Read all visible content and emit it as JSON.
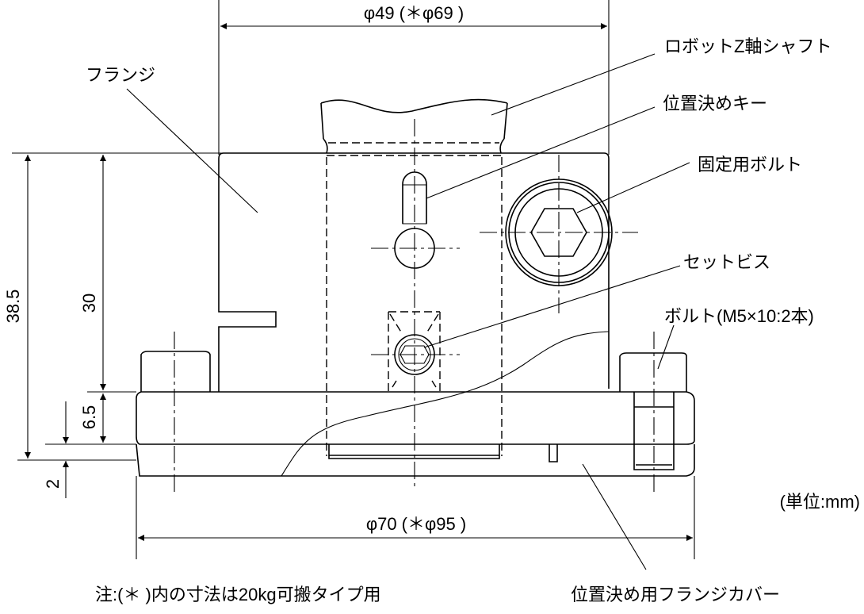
{
  "labels": {
    "flange": "フランジ",
    "z_shaft": "ロボットZ軸シャフト",
    "positioning_key": "位置決めキー",
    "fixing_bolt": "固定用ボルト",
    "set_screw": "セットビス",
    "bolt": "ボルト(M5×10:2本)",
    "flange_cover": "位置決め用フランジカバー",
    "unit": "(単位:mm)",
    "note": "注:(＊ )内の寸法は20kg可搬タイプ用"
  },
  "dimensions": {
    "top_diameter": "φ49 (＊φ69 )",
    "bottom_diameter": "φ70 (＊φ95 )",
    "total_height": "38.5",
    "flange_height": "30",
    "base_height": "6.5",
    "cover_offset": "2"
  }
}
